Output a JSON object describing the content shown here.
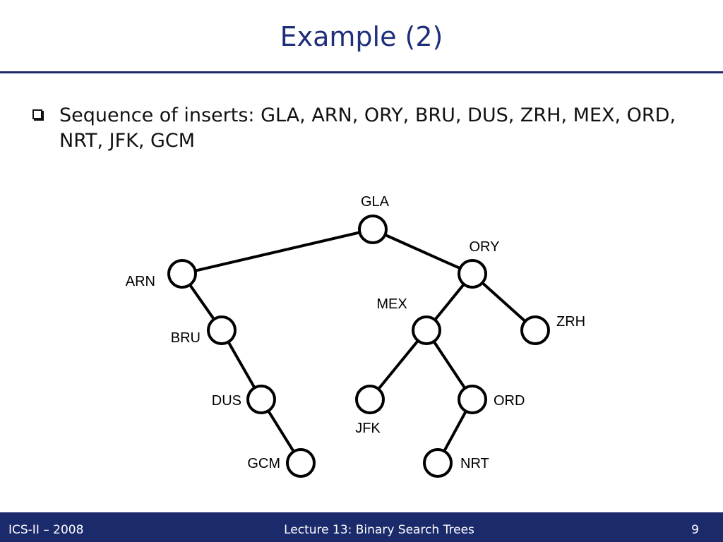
{
  "slide": {
    "title": "Example (2)",
    "bullet": {
      "icon": "hollow-square-bullet-icon",
      "text": "Sequence of inserts: GLA, ARN, ORY, BRU, DUS, ZRH, MEX, ORD, NRT, JFK, GCM"
    }
  },
  "tree": {
    "nodes": [
      {
        "id": "GLA",
        "label": "GLA"
      },
      {
        "id": "ARN",
        "label": "ARN"
      },
      {
        "id": "ORY",
        "label": "ORY"
      },
      {
        "id": "BRU",
        "label": "BRU"
      },
      {
        "id": "DUS",
        "label": "DUS"
      },
      {
        "id": "GCM",
        "label": "GCM"
      },
      {
        "id": "MEX",
        "label": "MEX"
      },
      {
        "id": "ZRH",
        "label": "ZRH"
      },
      {
        "id": "JFK",
        "label": "JFK"
      },
      {
        "id": "ORD",
        "label": "ORD"
      },
      {
        "id": "NRT",
        "label": "NRT"
      }
    ],
    "edges": [
      [
        "GLA",
        "ARN"
      ],
      [
        "GLA",
        "ORY"
      ],
      [
        "ARN",
        "BRU"
      ],
      [
        "BRU",
        "DUS"
      ],
      [
        "DUS",
        "GCM"
      ],
      [
        "ORY",
        "MEX"
      ],
      [
        "ORY",
        "ZRH"
      ],
      [
        "MEX",
        "JFK"
      ],
      [
        "MEX",
        "ORD"
      ],
      [
        "ORD",
        "NRT"
      ]
    ]
  },
  "footer": {
    "left": "ICS-II – 2008",
    "center": "Lecture 13: Binary Search Trees",
    "right": "9"
  },
  "colors": {
    "accent": "#1b2a6b",
    "title_text": "#1f2f7a"
  }
}
